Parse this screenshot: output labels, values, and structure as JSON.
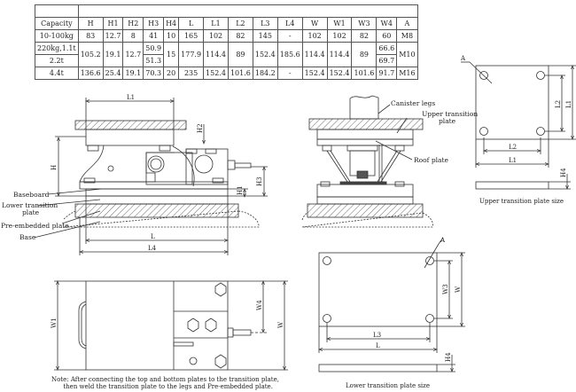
{
  "spec_table": {
    "headers": [
      "Capacity",
      "H",
      "H1",
      "H2",
      "H3",
      "H4",
      "L",
      "L1",
      "L2",
      "L3",
      "L4",
      "W",
      "W1",
      "W3",
      "W4",
      "A"
    ],
    "rows": [
      {
        "capacity": "10-100kg",
        "H": "83",
        "H1": "12.7",
        "H2": "8",
        "H3": "41",
        "H4": "10",
        "L": "165",
        "L1": "102",
        "L2": "82",
        "L3": "145",
        "L4": "-",
        "W": "102",
        "W1": "102",
        "W3": "82",
        "W4": "60",
        "A": "M8"
      },
      {
        "capacity": "220kg,1.1t",
        "capacity2": "2.2t",
        "H": "105.2",
        "H1": "19.1",
        "H2": "12.7",
        "H3": "50.9",
        "H3b": "51.3",
        "H4": "15",
        "L": "177.9",
        "L1": "114.4",
        "L2": "89",
        "L3": "152.4",
        "L4": "185.6",
        "W": "114.4",
        "W1": "114.4",
        "W3": "89",
        "W4": "66.6",
        "W4b": "69.7",
        "A": "M10"
      },
      {
        "capacity": "4.4t",
        "H": "136.6",
        "H1": "25.4",
        "H2": "19.1",
        "H3": "70.3",
        "H4": "20",
        "L": "235",
        "L1": "152.4",
        "L2": "101.6",
        "L3": "184.2",
        "L4": "-",
        "W": "152.4",
        "W1": "152.4",
        "W3": "101.6",
        "W4": "91.7",
        "A": "M16"
      }
    ]
  },
  "side_view": {
    "dims": {
      "L1": "L1",
      "H2": "H2",
      "H": "H",
      "H1": "H1",
      "H3": "H3",
      "L": "L",
      "L4": "L4"
    },
    "labels": {
      "baseboard": "Baseboard",
      "lower_transition": "Lower transition",
      "lower_transition2": "plate",
      "pre_embedded": "Pre-embedded plate",
      "base": "Base"
    }
  },
  "front_view": {
    "labels": {
      "canister": "Canister legs",
      "upper_transition": "Upper transition",
      "upper_transition2": "plate",
      "roof": "Roof plate"
    }
  },
  "upper_plate": {
    "dims": {
      "A": "A",
      "L1": "L1",
      "L2": "L2",
      "L1v": "L1",
      "L2v": "L2",
      "H4": "H4"
    },
    "caption": "Upper transition plate size"
  },
  "lower_plate": {
    "dims": {
      "A": "A",
      "L3": "L3",
      "L": "L",
      "W3": "W3",
      "W": "W",
      "H4": "H4"
    },
    "caption": "Lower transition plate size"
  },
  "top_view": {
    "dims": {
      "W1": "W1",
      "W4": "W4",
      "W": "W"
    }
  },
  "note": "Note: After connecting the top and bottom plates to the transition plate,\n      then weld the transition plate to the legs and Pre-embedded plate."
}
